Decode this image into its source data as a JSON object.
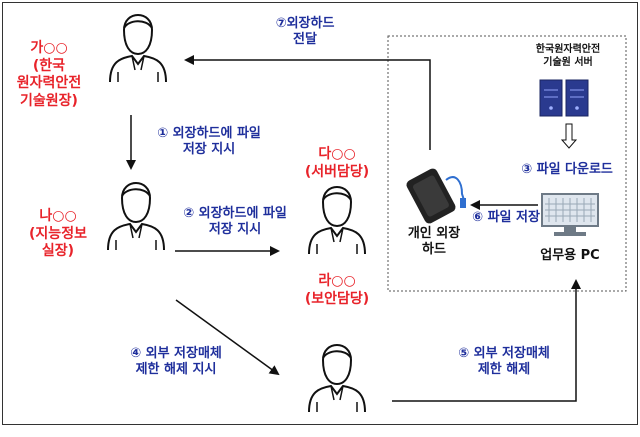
{
  "people": {
    "ga": {
      "name": "가○○",
      "org": "(한국\n원자력안전\n기술원장)"
    },
    "na": {
      "name": "나○○",
      "org": "(지능정보\n실장)"
    },
    "da": {
      "name": "다○○",
      "org": "(서버담당)"
    },
    "ra": {
      "name": "라○○",
      "org": "(보안담당)"
    }
  },
  "steps": {
    "s1": "① 외장하드에 파일\n저장 지시",
    "s2": "② 외장하드에 파일\n저장 지시",
    "s3": "③ 파일 다운로드",
    "s4": "④  외부 저장매체\n제한 해제 지시",
    "s5": "⑤ 외부 저장매체\n제한 해제",
    "s6": "⑥ 파일 저장",
    "s7": "⑦외장하드\n전달"
  },
  "nodes": {
    "server": "한국원자력안전\n기술원 서버",
    "hdd": "개인 외장\n하드",
    "pc": "업무용 PC"
  },
  "colors": {
    "names": "#e8232a",
    "steps": "#1f2f9c",
    "server": "#2a3a8f"
  }
}
